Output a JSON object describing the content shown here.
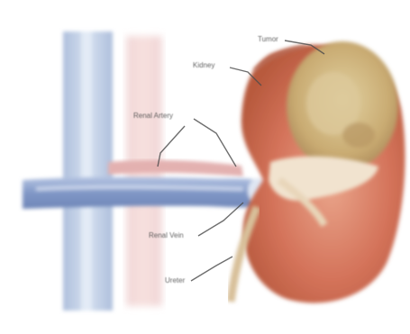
{
  "labels": {
    "tumor": "Tumor",
    "kidney": "Kidney",
    "renal_artery": "Renal Artery",
    "renal_vein": "Renal Vein",
    "ureter": "Ureter"
  },
  "colors": {
    "background": "#ffffff",
    "vena_cava": "#c7d6ea",
    "renal_vein": "#8fa6cf",
    "renal_artery": "#e2b0b0",
    "kidney_capsule": "#c8664a",
    "kidney_tissue": "#d4735a",
    "tumor": "#ccb07a",
    "leader_line": "#4b4b4b"
  }
}
